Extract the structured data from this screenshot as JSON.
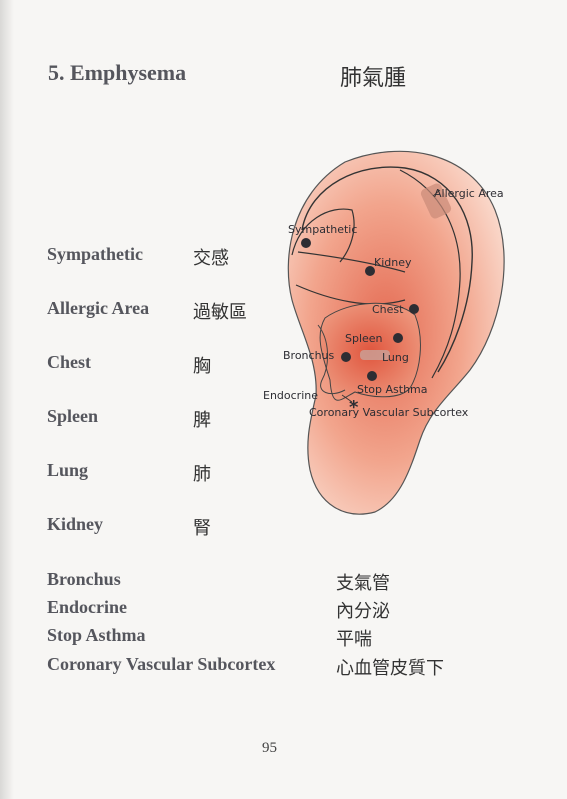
{
  "title": "5. Emphysema",
  "title_zh": "肺氣腫",
  "points": [
    {
      "name": "Sympathetic",
      "zh": "交感"
    },
    {
      "name": "Allergic Area",
      "zh": "過敏區"
    },
    {
      "name": "Chest",
      "zh": "胸"
    },
    {
      "name": "Spleen",
      "zh": "脾"
    },
    {
      "name": "Lung",
      "zh": "肺"
    },
    {
      "name": "Kidney",
      "zh": "腎"
    }
  ],
  "points2": [
    {
      "name": "Bronchus",
      "zh": "支氣管"
    },
    {
      "name": "Endocrine",
      "zh": "內分泌"
    },
    {
      "name": "Stop Asthma",
      "zh": "平喘"
    },
    {
      "name": "Coronary Vascular Subcortex",
      "zh": "心血管皮質下"
    }
  ],
  "ear_labels": {
    "allergic_area": "Allergic Area",
    "sympathetic": "Sympathetic",
    "kidney": "Kidney",
    "chest": "Chest",
    "spleen": "Spleen",
    "bronchus": "Bronchus",
    "lung": "Lung",
    "endocrine": "Endocrine",
    "stop_asthma": "Stop Asthma",
    "coronary": "Coronary Vascular Subcortex",
    "asterisk": "*"
  },
  "page_number": "95",
  "colors": {
    "ear_fill": "#f6b9a5",
    "ear_core": "#e9735c",
    "line": "#3a3a40",
    "marker": "#2d2d33"
  }
}
